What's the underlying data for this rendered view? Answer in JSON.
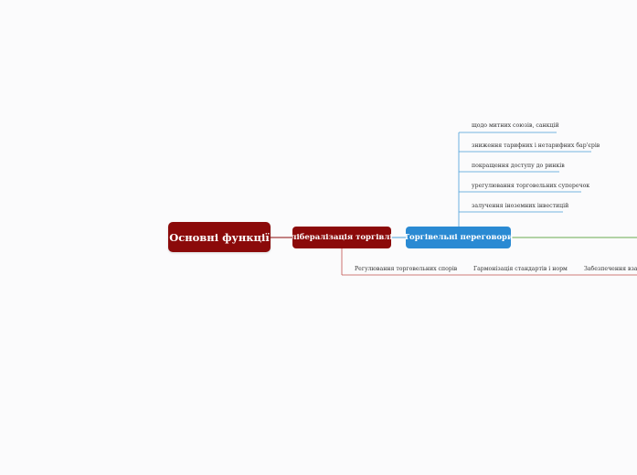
{
  "root": {
    "label": "Основні функції",
    "color": "#8b0a0a"
  },
  "branch": {
    "label": "лібералізація торгівлі",
    "color": "#8b0a0a"
  },
  "subbranch": {
    "label": "Торгівельні переговори",
    "color": "#2a8ad3",
    "children": [
      "щодо митних союзів, санкцій",
      "зниження тарифних і нетарифних бар'єрів",
      "покращення доступу до ринків",
      "урегулювання торговельних суперечок",
      "залучення іноземних інвестицій"
    ]
  },
  "lower_children": [
    "Регулювання торговельних спорів",
    "Гармонізація стандартів і норм",
    "Забезпечення взаємо"
  ],
  "colors": {
    "blue_line": "#4a9fd8",
    "red_line": "#c0504d",
    "green_line": "#6aa84f",
    "dark_red_line": "#8b0a0a"
  }
}
